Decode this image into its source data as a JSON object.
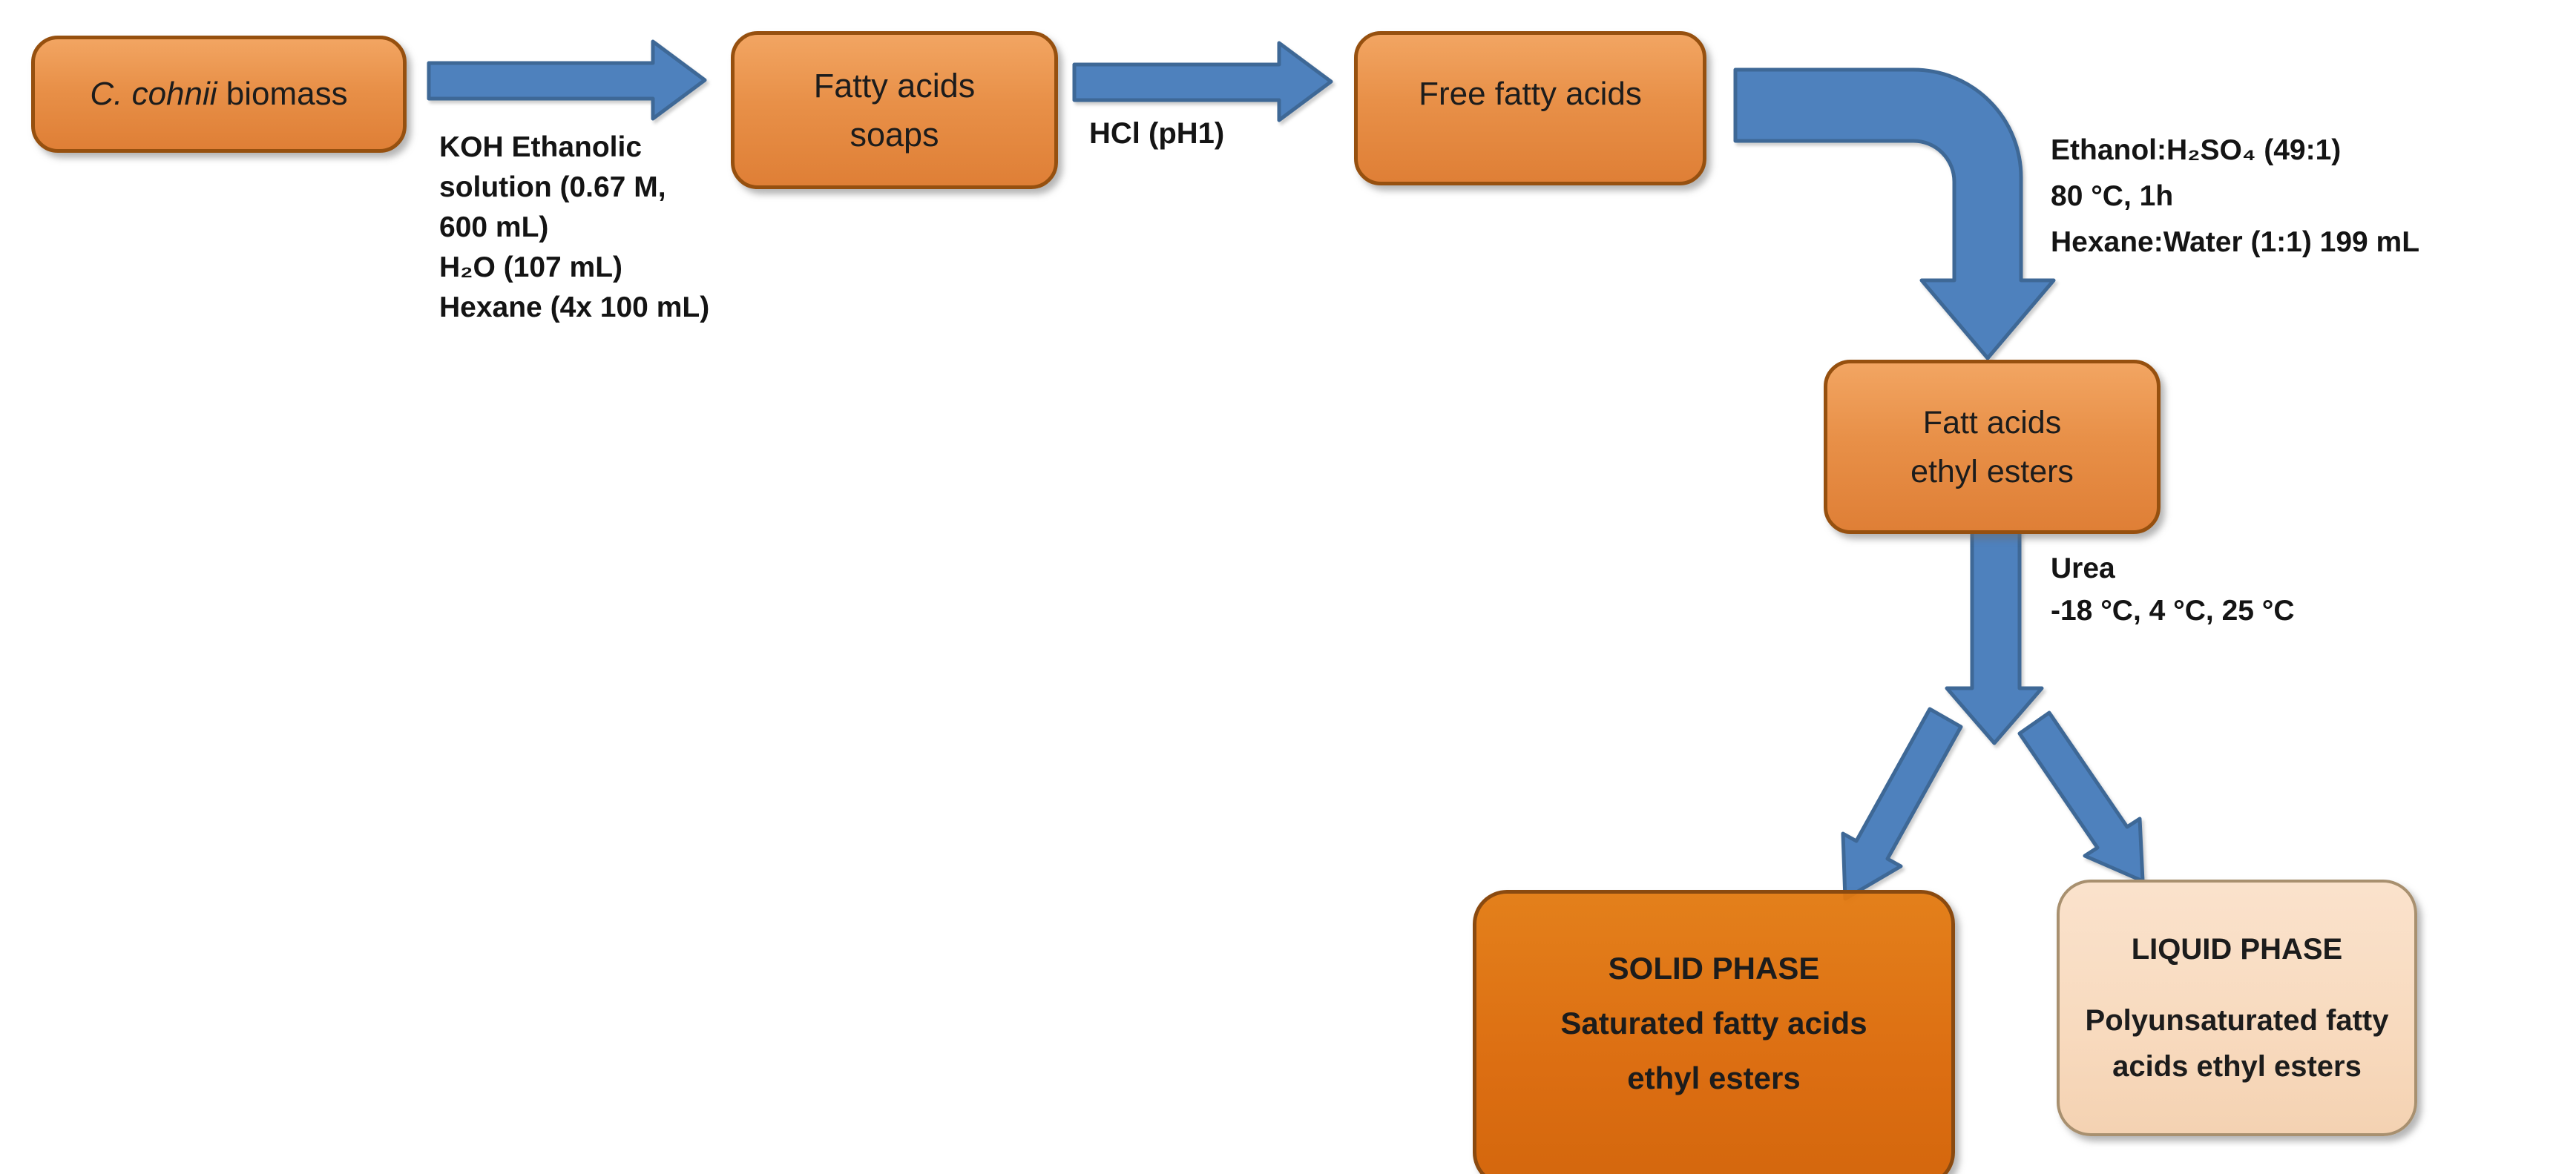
{
  "nodes": {
    "biomass": {
      "italic": "C. cohnii",
      "rest": " biomass"
    },
    "soaps": {
      "lines": [
        "Fatty acids",
        "soaps"
      ]
    },
    "free_fatty": {
      "text": "Free fatty acids"
    },
    "ethyl_esters": {
      "lines": [
        "Fatt acids",
        "ethyl esters"
      ]
    },
    "solid": {
      "heading": "SOLID PHASE",
      "lines": [
        "Saturated fatty acids",
        "ethyl esters"
      ]
    },
    "liquid": {
      "heading": "LIQUID PHASE",
      "lines": [
        "Polyunsaturated fatty",
        "acids ethyl esters"
      ]
    }
  },
  "arrow_labels": {
    "koh": {
      "lines": [
        "KOH Ethanolic",
        "solution (0.67 M,",
        "600 mL)",
        "H₂O (107 mL)",
        "Hexane (4x 100 mL)"
      ]
    },
    "hcl": {
      "text": "HCl (pH1)"
    },
    "esterification": {
      "lines": [
        "Ethanol:H₂SO₄ (49:1)",
        "80 °C, 1h",
        "Hexane:Water (1:1) 199 mL"
      ]
    },
    "urea": {
      "lines": [
        "Urea",
        "-18 °C, 4 °C, 25 °C"
      ]
    }
  },
  "colors": {
    "node_fill": "#E89048",
    "node_border": "#96500F",
    "solid_fill": "#DC6E12",
    "solid_border": "#8A4A10",
    "liquid_fill": "#F8DABE",
    "liquid_border": "#A8906F",
    "arrow_fill": "#4E81BD",
    "arrow_outline": "#3E6896",
    "text": "#1C1C1C",
    "background": "#FFFFFF"
  }
}
